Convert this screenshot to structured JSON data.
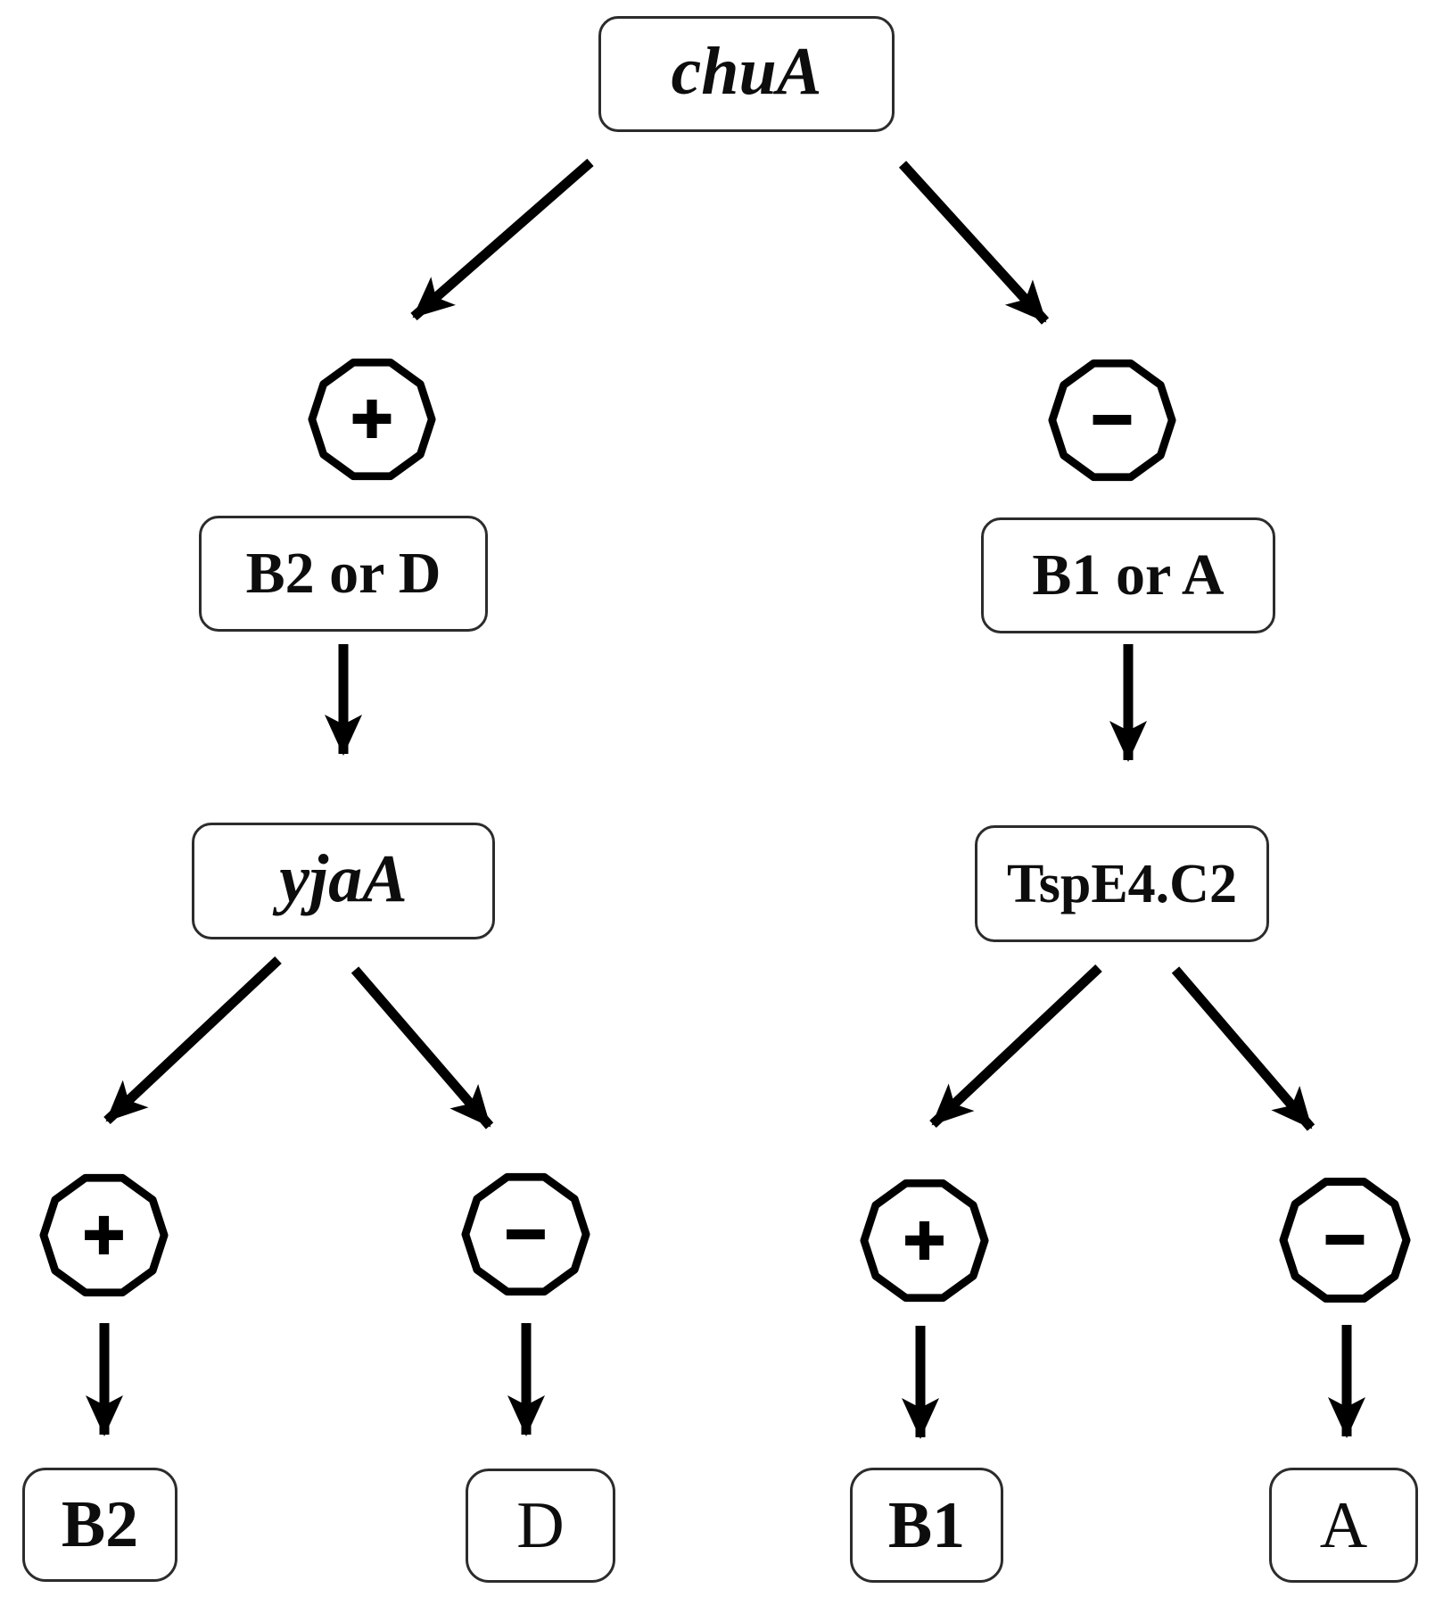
{
  "figure": {
    "root_test": {
      "label": "chuA"
    },
    "left_branch": {
      "sign": "+",
      "group": "B2 or D",
      "secondary_test": "yjaA",
      "outcomes": [
        {
          "sign": "+",
          "result": "B2"
        },
        {
          "sign": "−",
          "result": "D"
        }
      ]
    },
    "right_branch": {
      "sign": "−",
      "group": "B1 or A",
      "secondary_test": "TspE4.C2",
      "outcomes": [
        {
          "sign": "+",
          "result": "B1"
        },
        {
          "sign": "−",
          "result": "A"
        }
      ]
    }
  }
}
